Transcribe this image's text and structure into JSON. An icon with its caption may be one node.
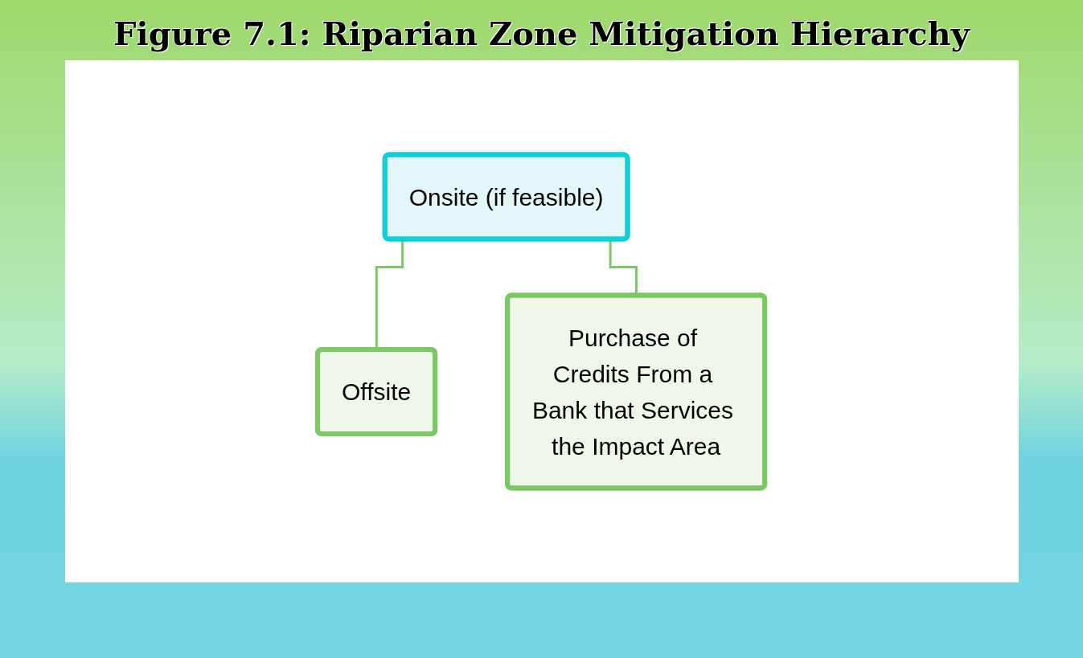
{
  "diagram": {
    "title": "Figure 7.1: Riparian Zone Mitigation Hierarchy",
    "nodes": [
      {
        "text": [
          "Onsite (if feasible)"
        ]
      },
      {
        "text": [
          "Offsite"
        ]
      },
      {
        "text": [
          "Purchase of Credits From a Bank that Services the Impact Area"
        ]
      }
    ],
    "edges": [
      {
        "from": 0,
        "to": 1,
        "arrow": "none"
      },
      {
        "from": 0,
        "to": 2,
        "arrow": "none"
      }
    ]
  }
}
